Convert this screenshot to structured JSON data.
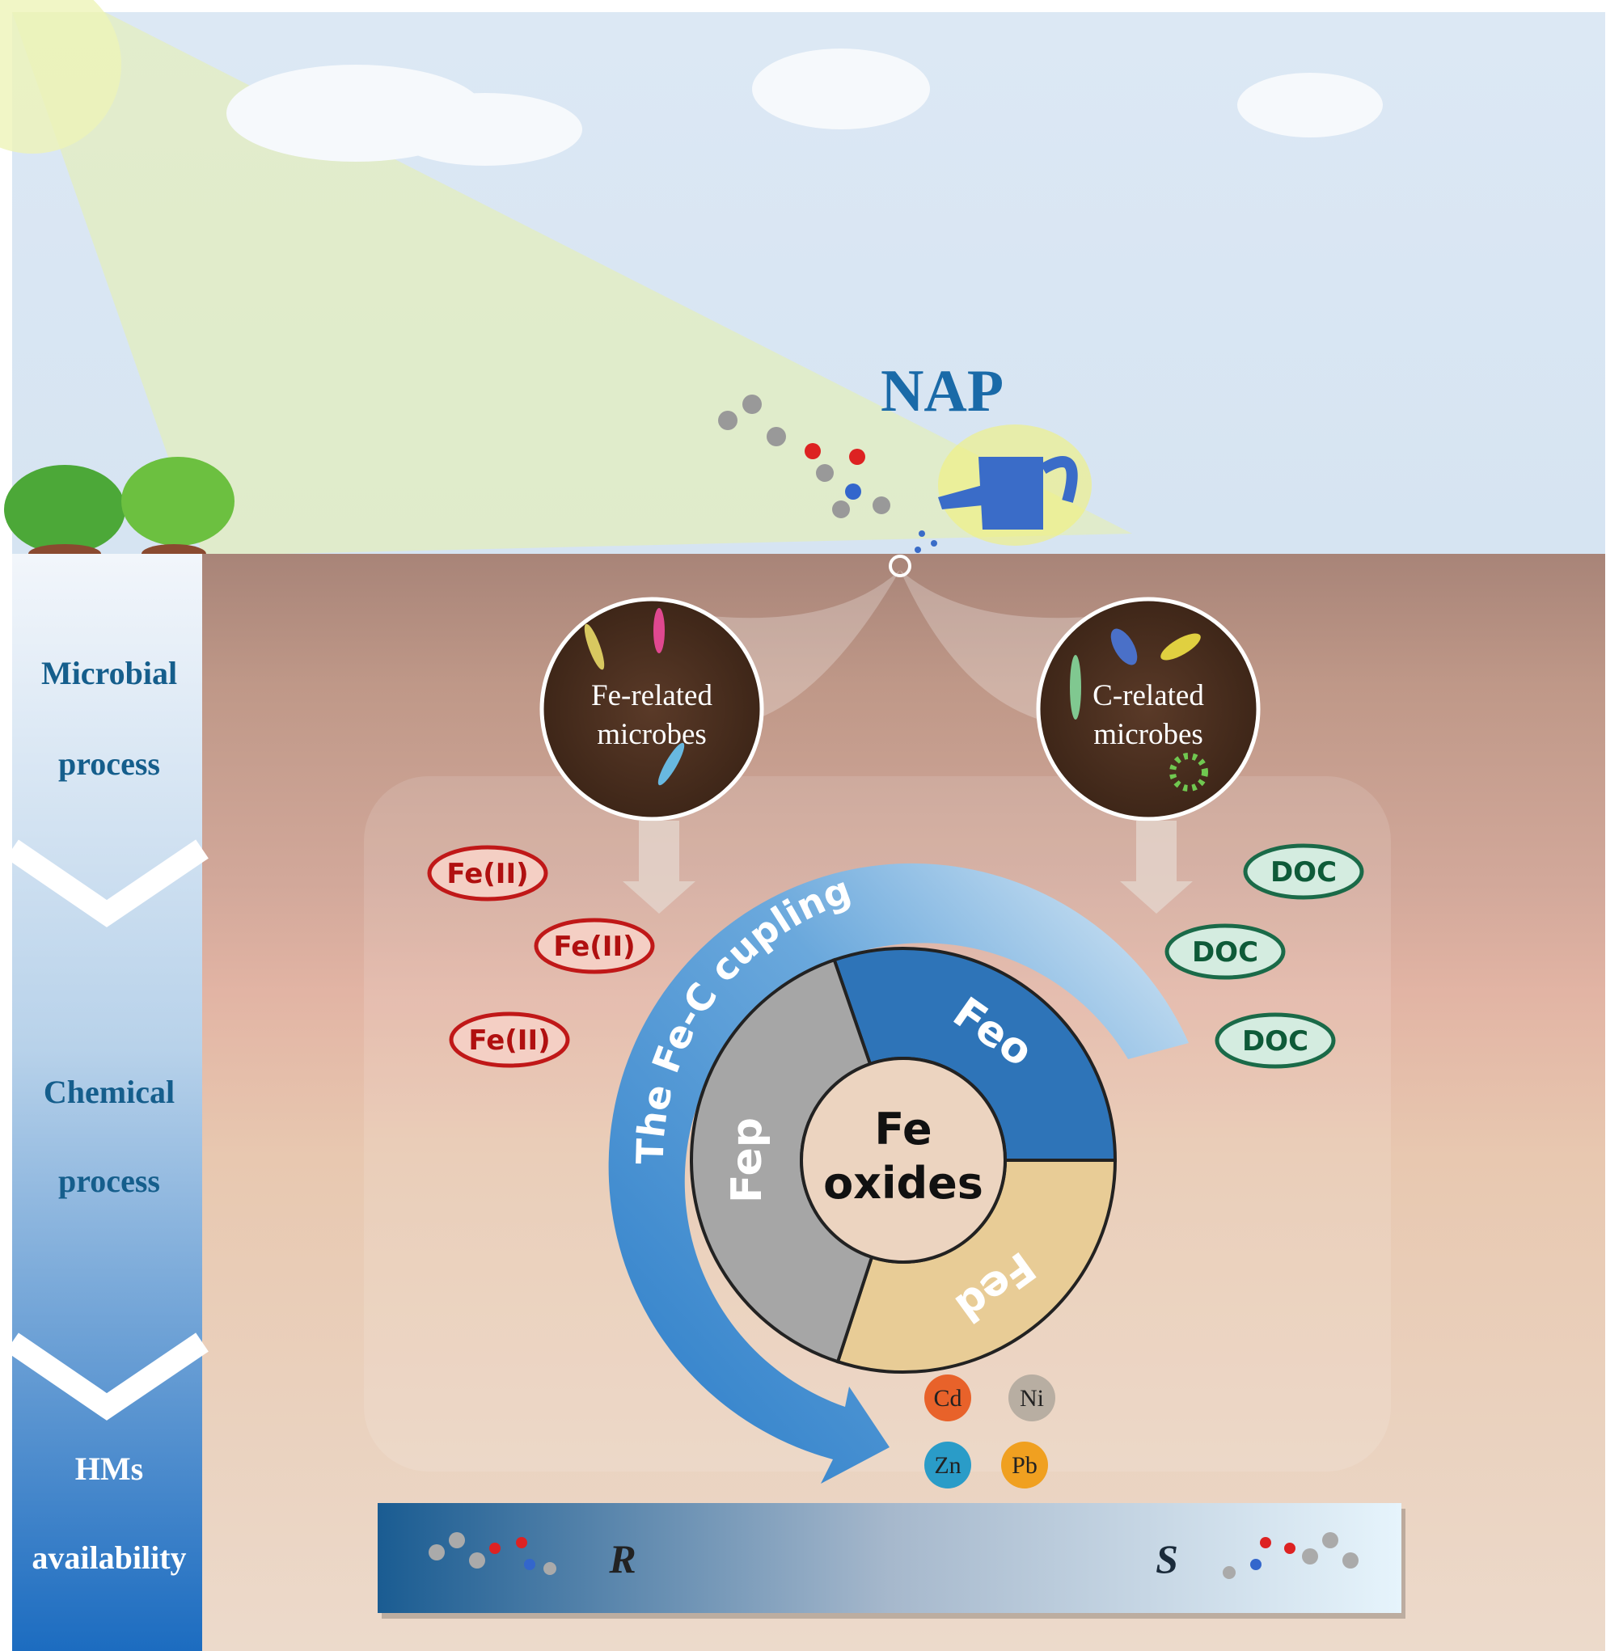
{
  "title": "NAP",
  "left_panel": {
    "stages": [
      {
        "line1": "Microbial",
        "line2": "process"
      },
      {
        "line1": "Chemical",
        "line2": "process"
      },
      {
        "line1": "HMs",
        "line2": "availability"
      }
    ]
  },
  "microbes": {
    "fe": {
      "line1": "Fe-related",
      "line2": "microbes"
    },
    "c": {
      "line1": "C-related",
      "line2": "microbes"
    }
  },
  "fe_ions": [
    "Fe(II)",
    "Fe(II)",
    "Fe(II)"
  ],
  "doc_labels": [
    "DOC",
    "DOC",
    "DOC"
  ],
  "cycle_label": "The Fe-C cupling",
  "donut": {
    "center_line1": "Fe",
    "center_line2": "oxides",
    "segments": [
      {
        "label": "Feo",
        "color": "#2e74b8"
      },
      {
        "label": "Fed",
        "color": "#e8cc96"
      },
      {
        "label": "Fep",
        "color": "#a6a6a6"
      }
    ]
  },
  "metals": [
    {
      "label": "Cd",
      "color": "#e8622a"
    },
    {
      "label": "Ni",
      "color": "#b8aea2"
    },
    {
      "label": "Zn",
      "color": "#2a9cc8"
    },
    {
      "label": "Pb",
      "color": "#f0a020"
    }
  ],
  "enantiomers": {
    "left": "R",
    "right": "S"
  }
}
